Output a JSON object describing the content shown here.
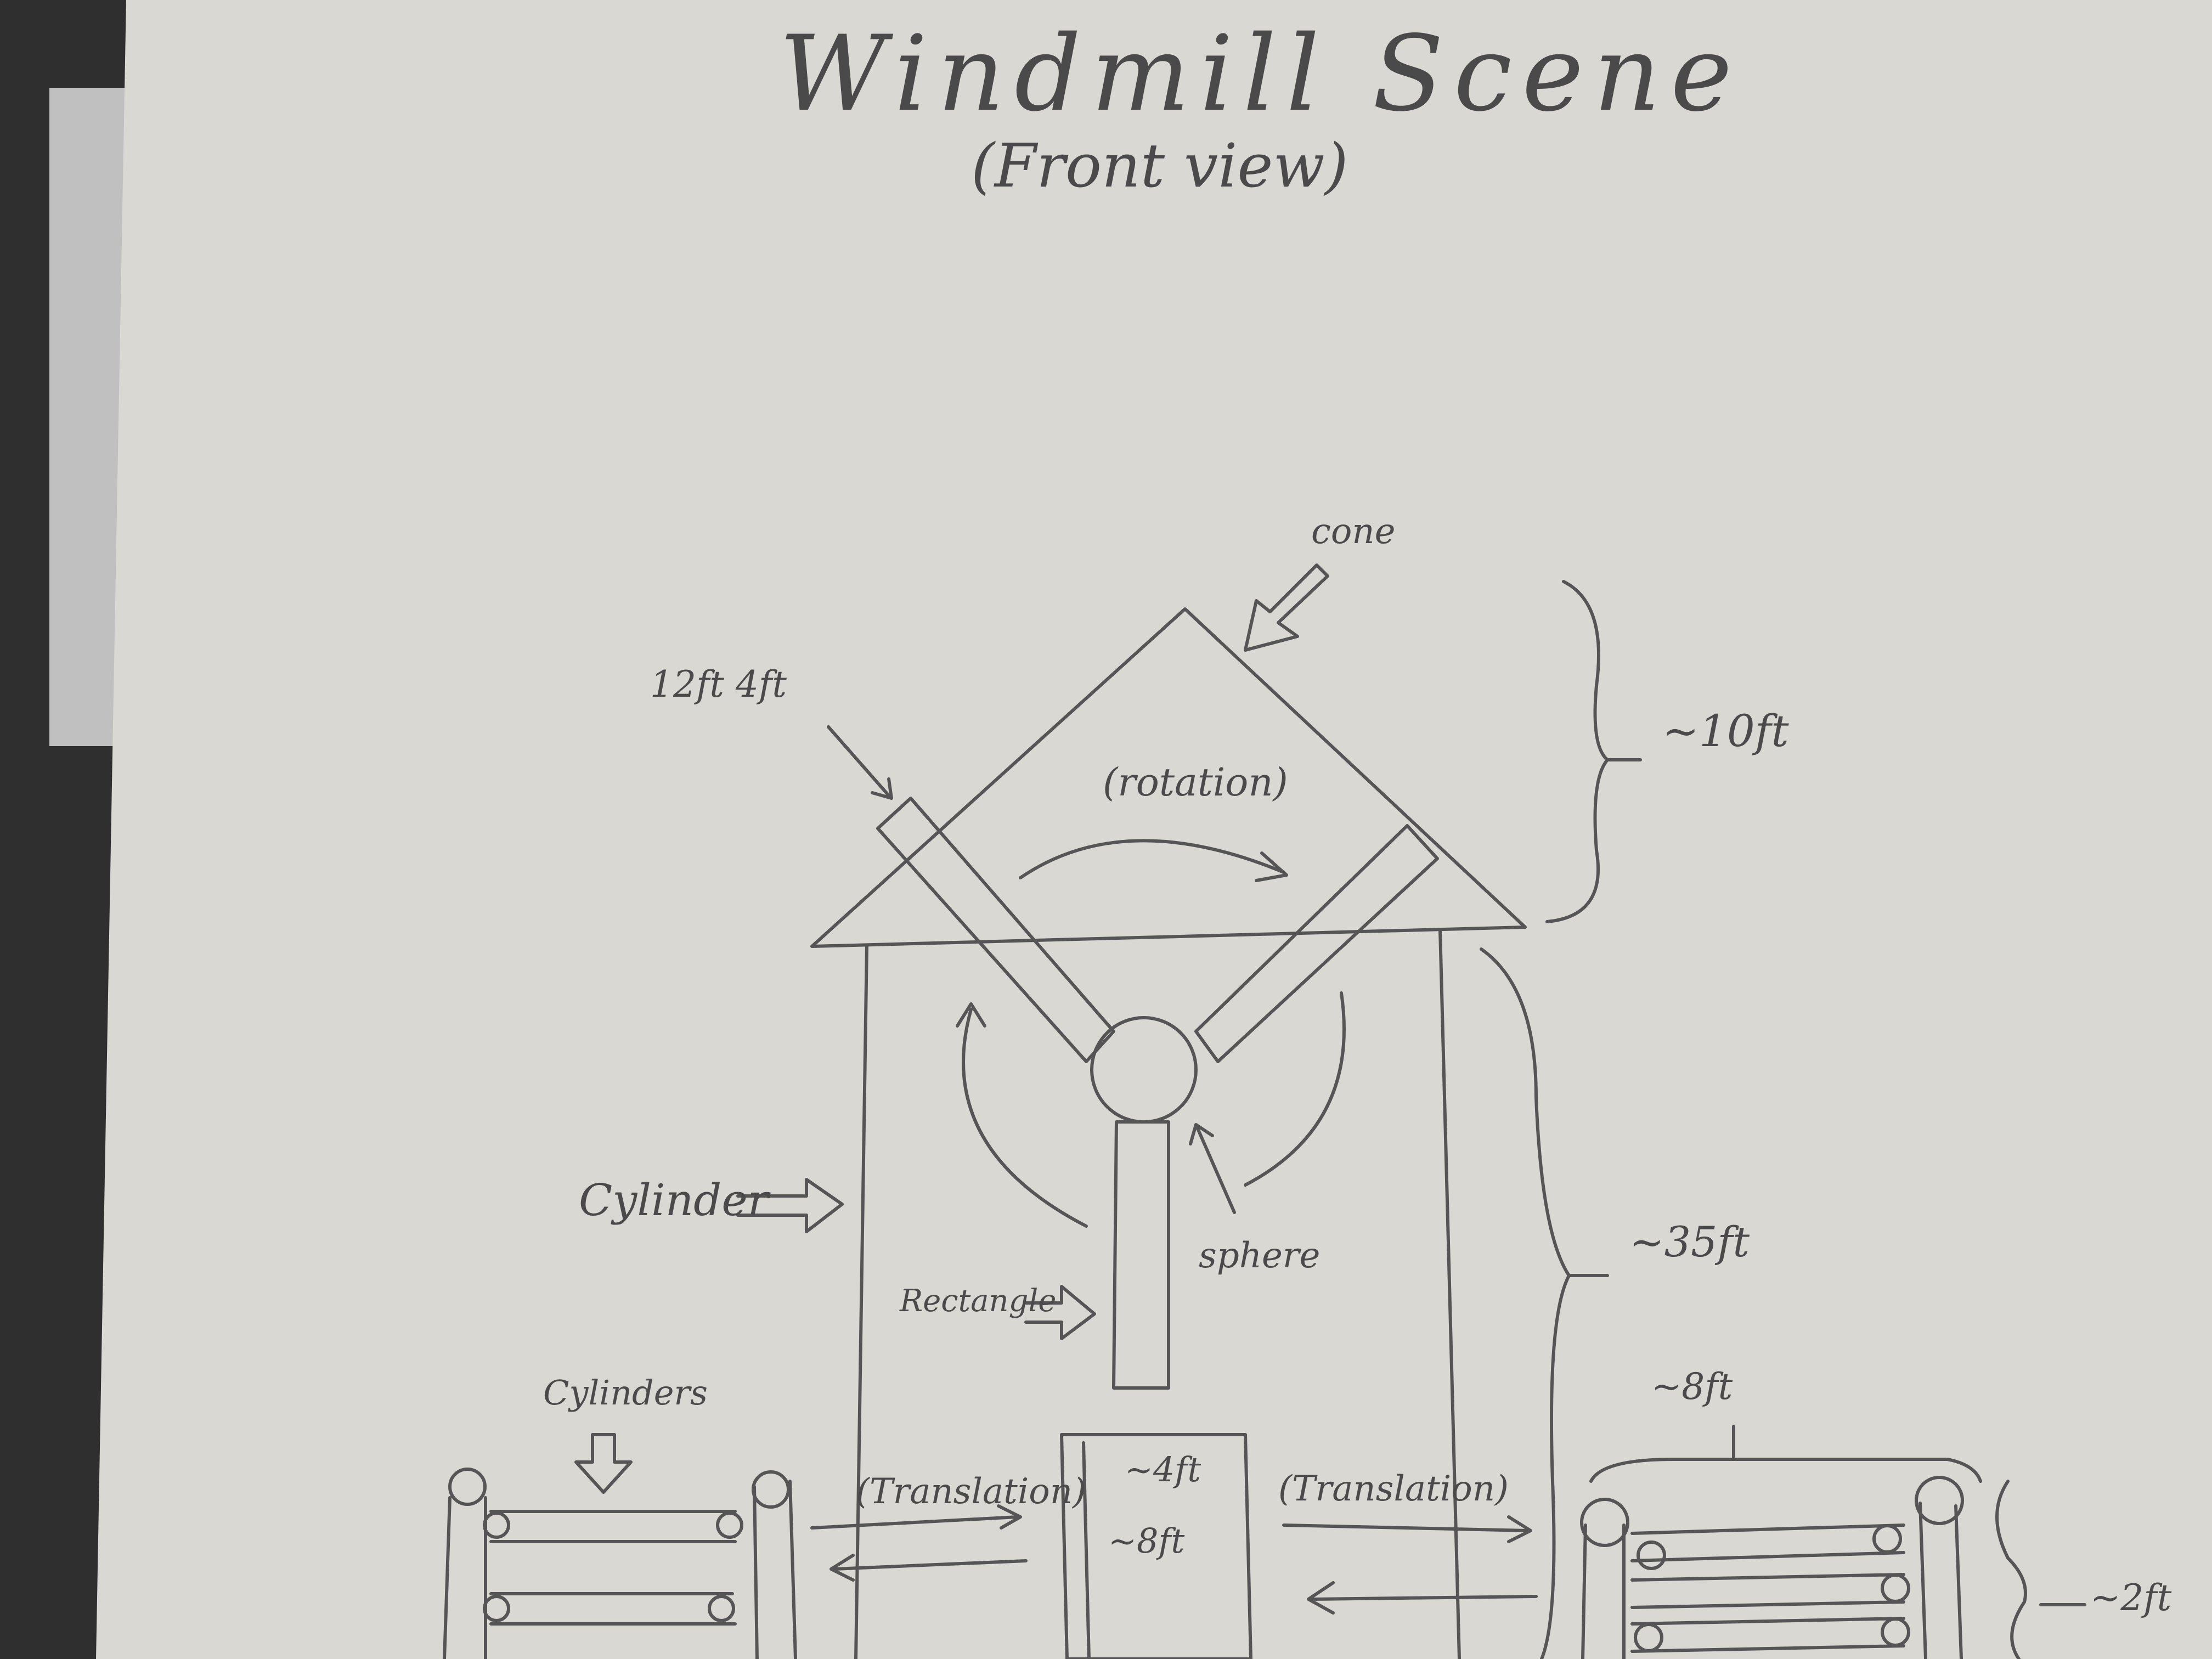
{
  "title": "Windmill Scene",
  "subtitle": "(Front view)",
  "labels": {
    "cone": "cone",
    "blade_size": "12ft 4ft",
    "rotation": "(rotation)",
    "height_top": "~10ft",
    "cylinder": "Cylinder",
    "sphere": "sphere",
    "rectangle": "Rectangle",
    "height_main": "~35ft",
    "cylinders": "Cylinders",
    "translation_left": "(Translation)",
    "translation_right": "(Translation)",
    "door_width": "~4ft",
    "door_height": "~8ft",
    "fence_width": "~8ft",
    "fence_height": "~2ft"
  }
}
